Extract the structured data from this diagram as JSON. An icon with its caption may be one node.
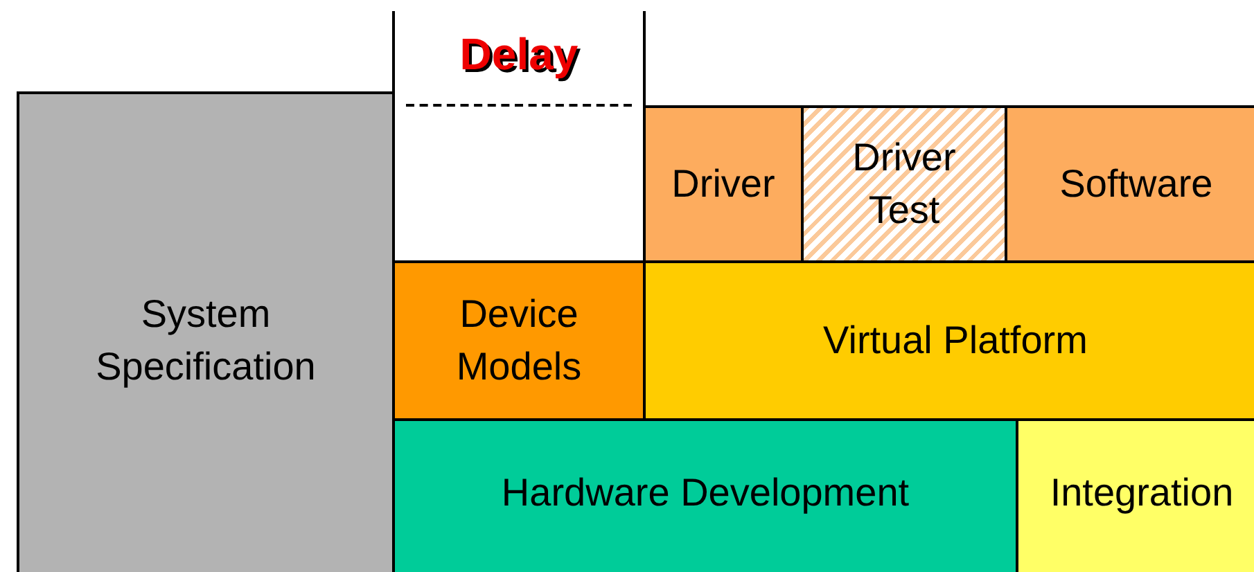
{
  "diagram": {
    "nodes": [
      {
        "text": [
          "System Specification"
        ]
      },
      {
        "text": [
          "Delay"
        ]
      },
      {
        "text": [
          "Driver"
        ]
      },
      {
        "text": [
          "Driver Test"
        ]
      },
      {
        "text": [
          "Software"
        ]
      },
      {
        "text": [
          "Device Models"
        ]
      },
      {
        "text": [
          "Virtual Platform"
        ]
      },
      {
        "text": [
          "Hardware Development"
        ]
      },
      {
        "text": [
          "Integration"
        ]
      }
    ]
  }
}
